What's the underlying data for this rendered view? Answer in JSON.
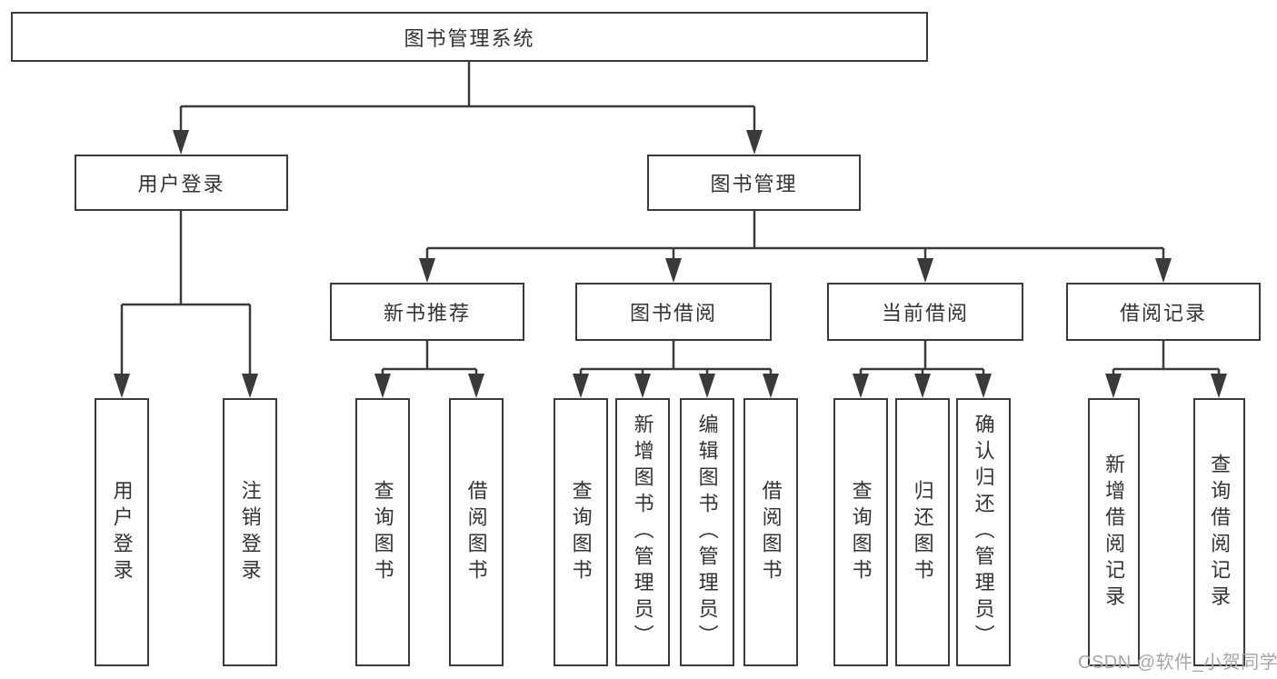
{
  "colors": {
    "line": "#3a3a3a",
    "text": "#333333",
    "watermark_gray": "#a6a6a6",
    "background": "#ffffff"
  },
  "diagram": {
    "root": {
      "label": "图书管理系统"
    },
    "branches": [
      {
        "label": "用户登录",
        "children": [
          {
            "label": "用户登录"
          },
          {
            "label": "注销登录"
          }
        ]
      },
      {
        "label": "图书管理",
        "groups": [
          {
            "label": "新书推荐",
            "children": [
              {
                "label": "查询图书"
              },
              {
                "label": "借阅图书"
              }
            ]
          },
          {
            "label": "图书借阅",
            "children": [
              {
                "label": "查询图书"
              },
              {
                "label": "新增图书（管理员）"
              },
              {
                "label": "编辑图书（管理员）"
              },
              {
                "label": "借阅图书"
              }
            ]
          },
          {
            "label": "当前借阅",
            "children": [
              {
                "label": "查询图书"
              },
              {
                "label": "归还图书"
              },
              {
                "label": "确认归还（管理员）"
              }
            ]
          },
          {
            "label": "借阅记录",
            "children": [
              {
                "label": "新增借阅记录"
              },
              {
                "label": "查询借阅记录"
              }
            ]
          }
        ]
      }
    ]
  },
  "watermark": {
    "text": "CSDN @软件_小贺同学"
  }
}
